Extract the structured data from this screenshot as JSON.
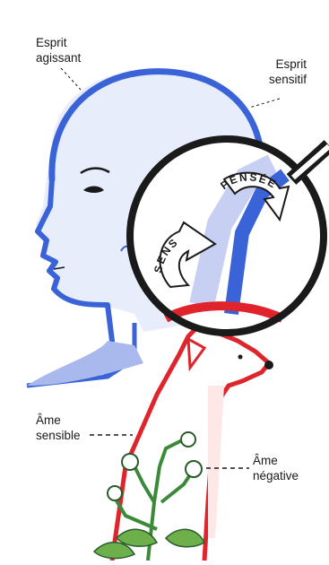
{
  "labels": {
    "esprit_agissant": "Esprit\nagissant",
    "esprit_sensitif": "Esprit\nsensitif",
    "ame_sensible": "Âme\nsensible",
    "ame_negative": "Âme\nnégative",
    "sens": "SENS",
    "pensee": "PENSÉE"
  },
  "colors": {
    "blue": "#3a63d8",
    "light_blue": "#a9b9ee",
    "red": "#e0242b",
    "green": "#3a8a3a",
    "leaf": "#6db04b",
    "ink": "#1a1a1a"
  }
}
